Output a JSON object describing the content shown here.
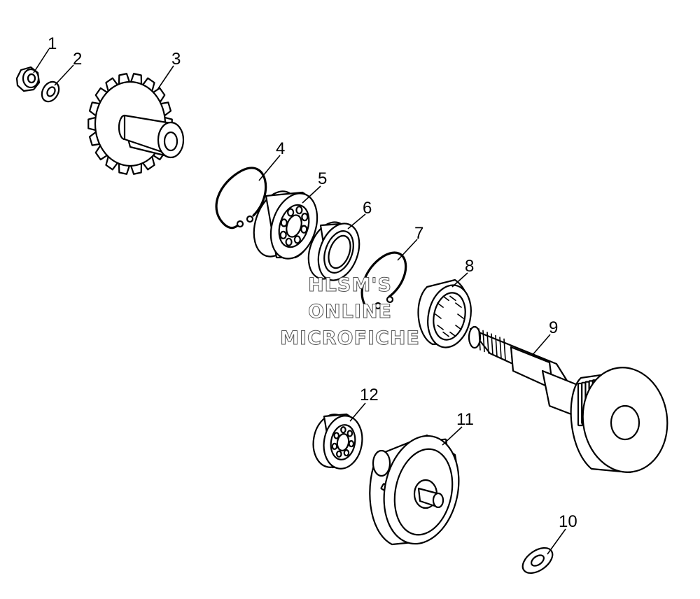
{
  "diagram": {
    "callouts": [
      {
        "number": "1",
        "part": "nut"
      },
      {
        "number": "2",
        "part": "washer"
      },
      {
        "number": "3",
        "part": "sprocket"
      },
      {
        "number": "4",
        "part": "circlip"
      },
      {
        "number": "5",
        "part": "ball bearing"
      },
      {
        "number": "6",
        "part": "oil seal"
      },
      {
        "number": "7",
        "part": "circlip"
      },
      {
        "number": "8",
        "part": "needle bearing"
      },
      {
        "number": "9",
        "part": "gear shaft"
      },
      {
        "number": "10",
        "part": "washer"
      },
      {
        "number": "11",
        "part": "gear"
      },
      {
        "number": "12",
        "part": "ball bearing"
      }
    ]
  },
  "watermark": {
    "line1": "HLSM'S",
    "line2": "ONLINE",
    "line3": "MICROFICHE"
  }
}
